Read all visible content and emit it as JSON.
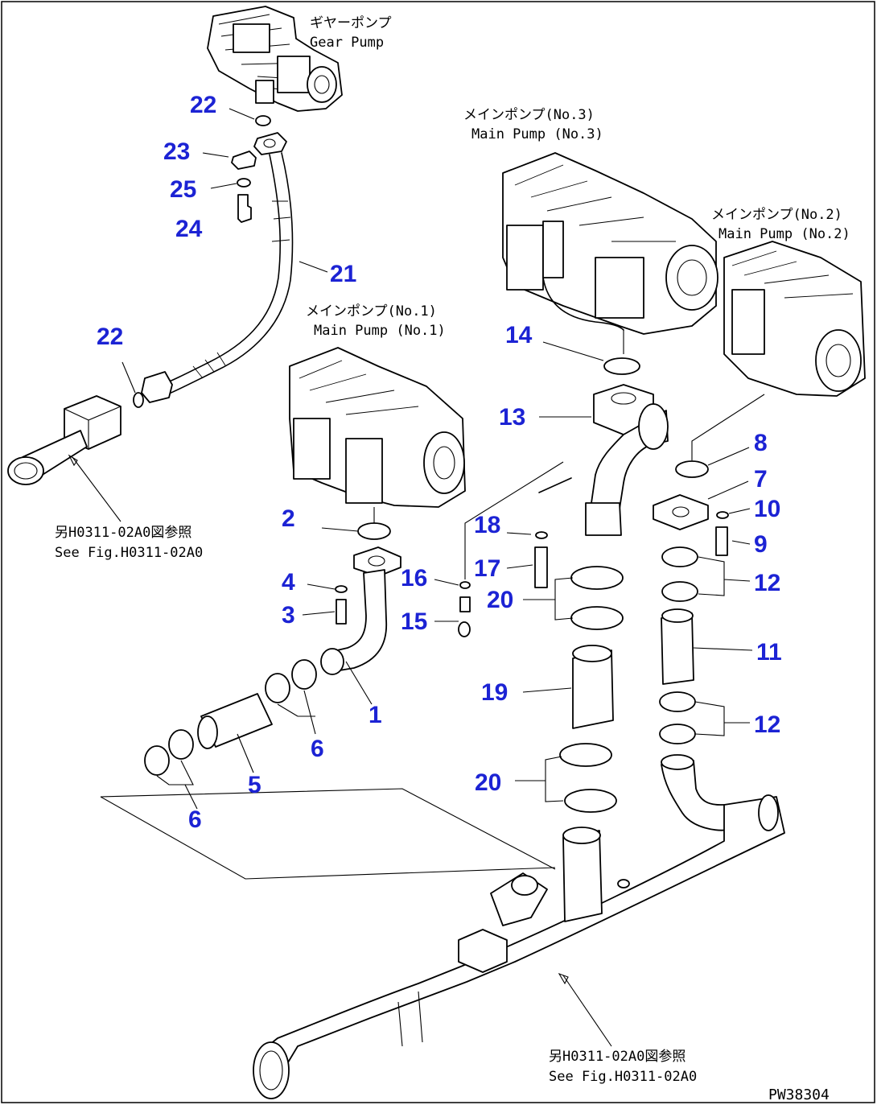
{
  "diagram": {
    "drawing_number": "PW38304",
    "components": {
      "gear_pump": {
        "jp": "ギヤーポンプ",
        "en": "Gear Pump"
      },
      "main_pump_3": {
        "jp": "メインポンプ(No.3)",
        "en": "Main Pump (No.3)"
      },
      "main_pump_2": {
        "jp": "メインポンプ(No.2)",
        "en": "Main Pump (No.2)"
      },
      "main_pump_1": {
        "jp": "メインポンプ(No.1)",
        "en": "Main Pump (No.1)"
      }
    },
    "references": {
      "upper_left": {
        "jp": "另H0311-02A0図参照",
        "en": "See Fig.H0311-02A0"
      },
      "lower_right": {
        "jp": "另H0311-02A0図参照",
        "en": "See Fig.H0311-02A0"
      }
    },
    "callouts": {
      "c22a": "22",
      "c23": "23",
      "c25": "25",
      "c24": "24",
      "c21": "21",
      "c22b": "22",
      "c14": "14",
      "c13": "13",
      "c8": "8",
      "c7": "7",
      "c10": "10",
      "c9": "9",
      "c12a": "12",
      "c11": "11",
      "c12b": "12",
      "c2": "2",
      "c4": "4",
      "c3": "3",
      "c16": "16",
      "c15": "15",
      "c18": "18",
      "c17": "17",
      "c20a": "20",
      "c19": "19",
      "c20b": "20",
      "c1": "1",
      "c6a": "6",
      "c5": "5",
      "c6b": "6"
    }
  }
}
